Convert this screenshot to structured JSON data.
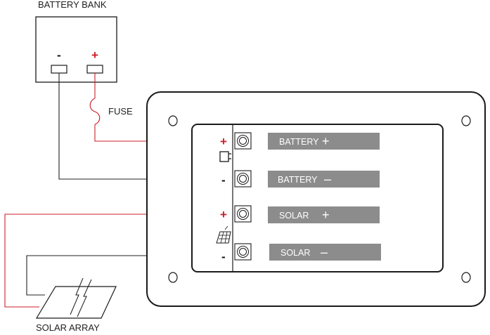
{
  "labels": {
    "battery_bank": "BATTERY BANK",
    "fuse": "FUSE",
    "solar_array": "SOLAR ARRAY"
  },
  "battery": {
    "neg_symbol": "-",
    "pos_symbol": "+"
  },
  "terminals": [
    {
      "symbol": "+",
      "label": "BATTERY",
      "sign": "+"
    },
    {
      "symbol": "-",
      "label": "BATTERY",
      "sign": "–"
    },
    {
      "symbol": "+",
      "label": "SOLAR",
      "sign": "+"
    },
    {
      "symbol": "-",
      "label": "SOLAR",
      "sign": "–"
    }
  ],
  "icons": [
    "battery-icon",
    "solar-panel-icon",
    "fuse-icon",
    "screw-terminal-icon",
    "mounting-hole-icon"
  ],
  "colors": {
    "positive_wire": "#cc1f2a",
    "negative_wire": "#222222",
    "label_bar": "#8c8c8c",
    "outline": "#1a1a1a"
  }
}
